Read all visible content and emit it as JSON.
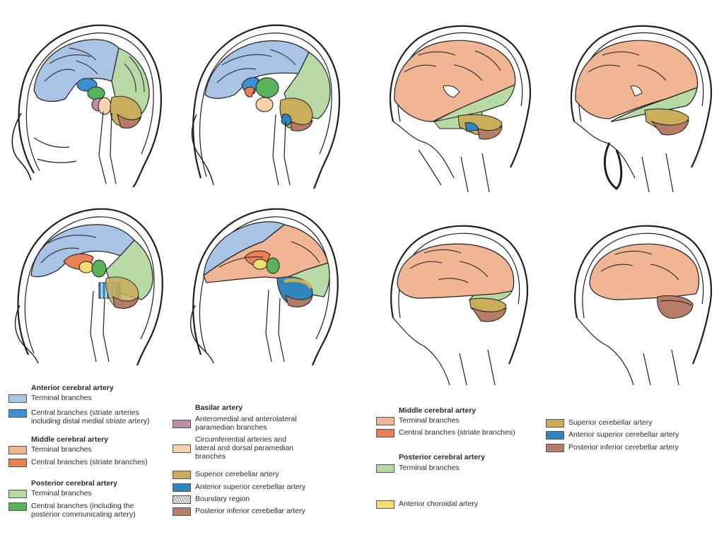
{
  "colors": {
    "aca_terminal": "#a9c3e4",
    "aca_central": "#3d8fd1",
    "mca_terminal": "#f0b592",
    "mca_central": "#ea8054",
    "pca_terminal": "#b6d9a5",
    "pca_central": "#5ab35a",
    "ant_choroidal": "#f2dc6f",
    "basilar_paramedian": "#c08fa6",
    "basilar_circumferential": "#f7d1ac",
    "sup_cerebellar": "#c9ad5a",
    "ant_sup_cerebellar": "#2f86bd",
    "boundary": "#ffffff",
    "post_inf_cerebellar": "#b57c67",
    "outline": "#1e1e1e"
  },
  "legend_left": {
    "aca": {
      "title": "Anterior cerebral artery",
      "terminal": "Terminal branches",
      "central": "Central branches (striate arteries\nincluding distal medial striate artery)"
    },
    "mca": {
      "title": "Middle cerebral artery",
      "terminal": "Terminal branches",
      "central": "Central branches (striate branches)"
    },
    "pca": {
      "title": "Posterior cerebral artery",
      "terminal": "Terminal branches",
      "central": "Central branches (including the\nposterior communicating artery)"
    },
    "basilar": {
      "title": "Basilar artery",
      "paramedian": "Anteromedial and anterolateral\nparamedian branches",
      "circumferential": "Circumferential arteries and\nlateral and dorsal paramedian\nbranches",
      "sup_cerebellar": "Superior cerebellar artery",
      "ant_sup_cerebellar": "Anterior superior cerebellar artery",
      "boundary": "Boundary region",
      "post_inf_cerebellar": "Posterior inferior cerebellar artery"
    }
  },
  "legend_right": {
    "mca": {
      "title": "Middle cerebral artery",
      "terminal": "Terminal branches",
      "central": "Central branches (striate branches)"
    },
    "pca": {
      "title": "Posterior cerebral artery",
      "terminal": "Terminal branches"
    },
    "ant_choroidal": "Anterior choroidal artery",
    "sup_cerebellar": "Superior cerebellar artery",
    "ant_sup_cerebellar": "Anterior superior cerebellar artery",
    "post_inf_cerebellar": "Posterior inferior cerebellar artery"
  }
}
